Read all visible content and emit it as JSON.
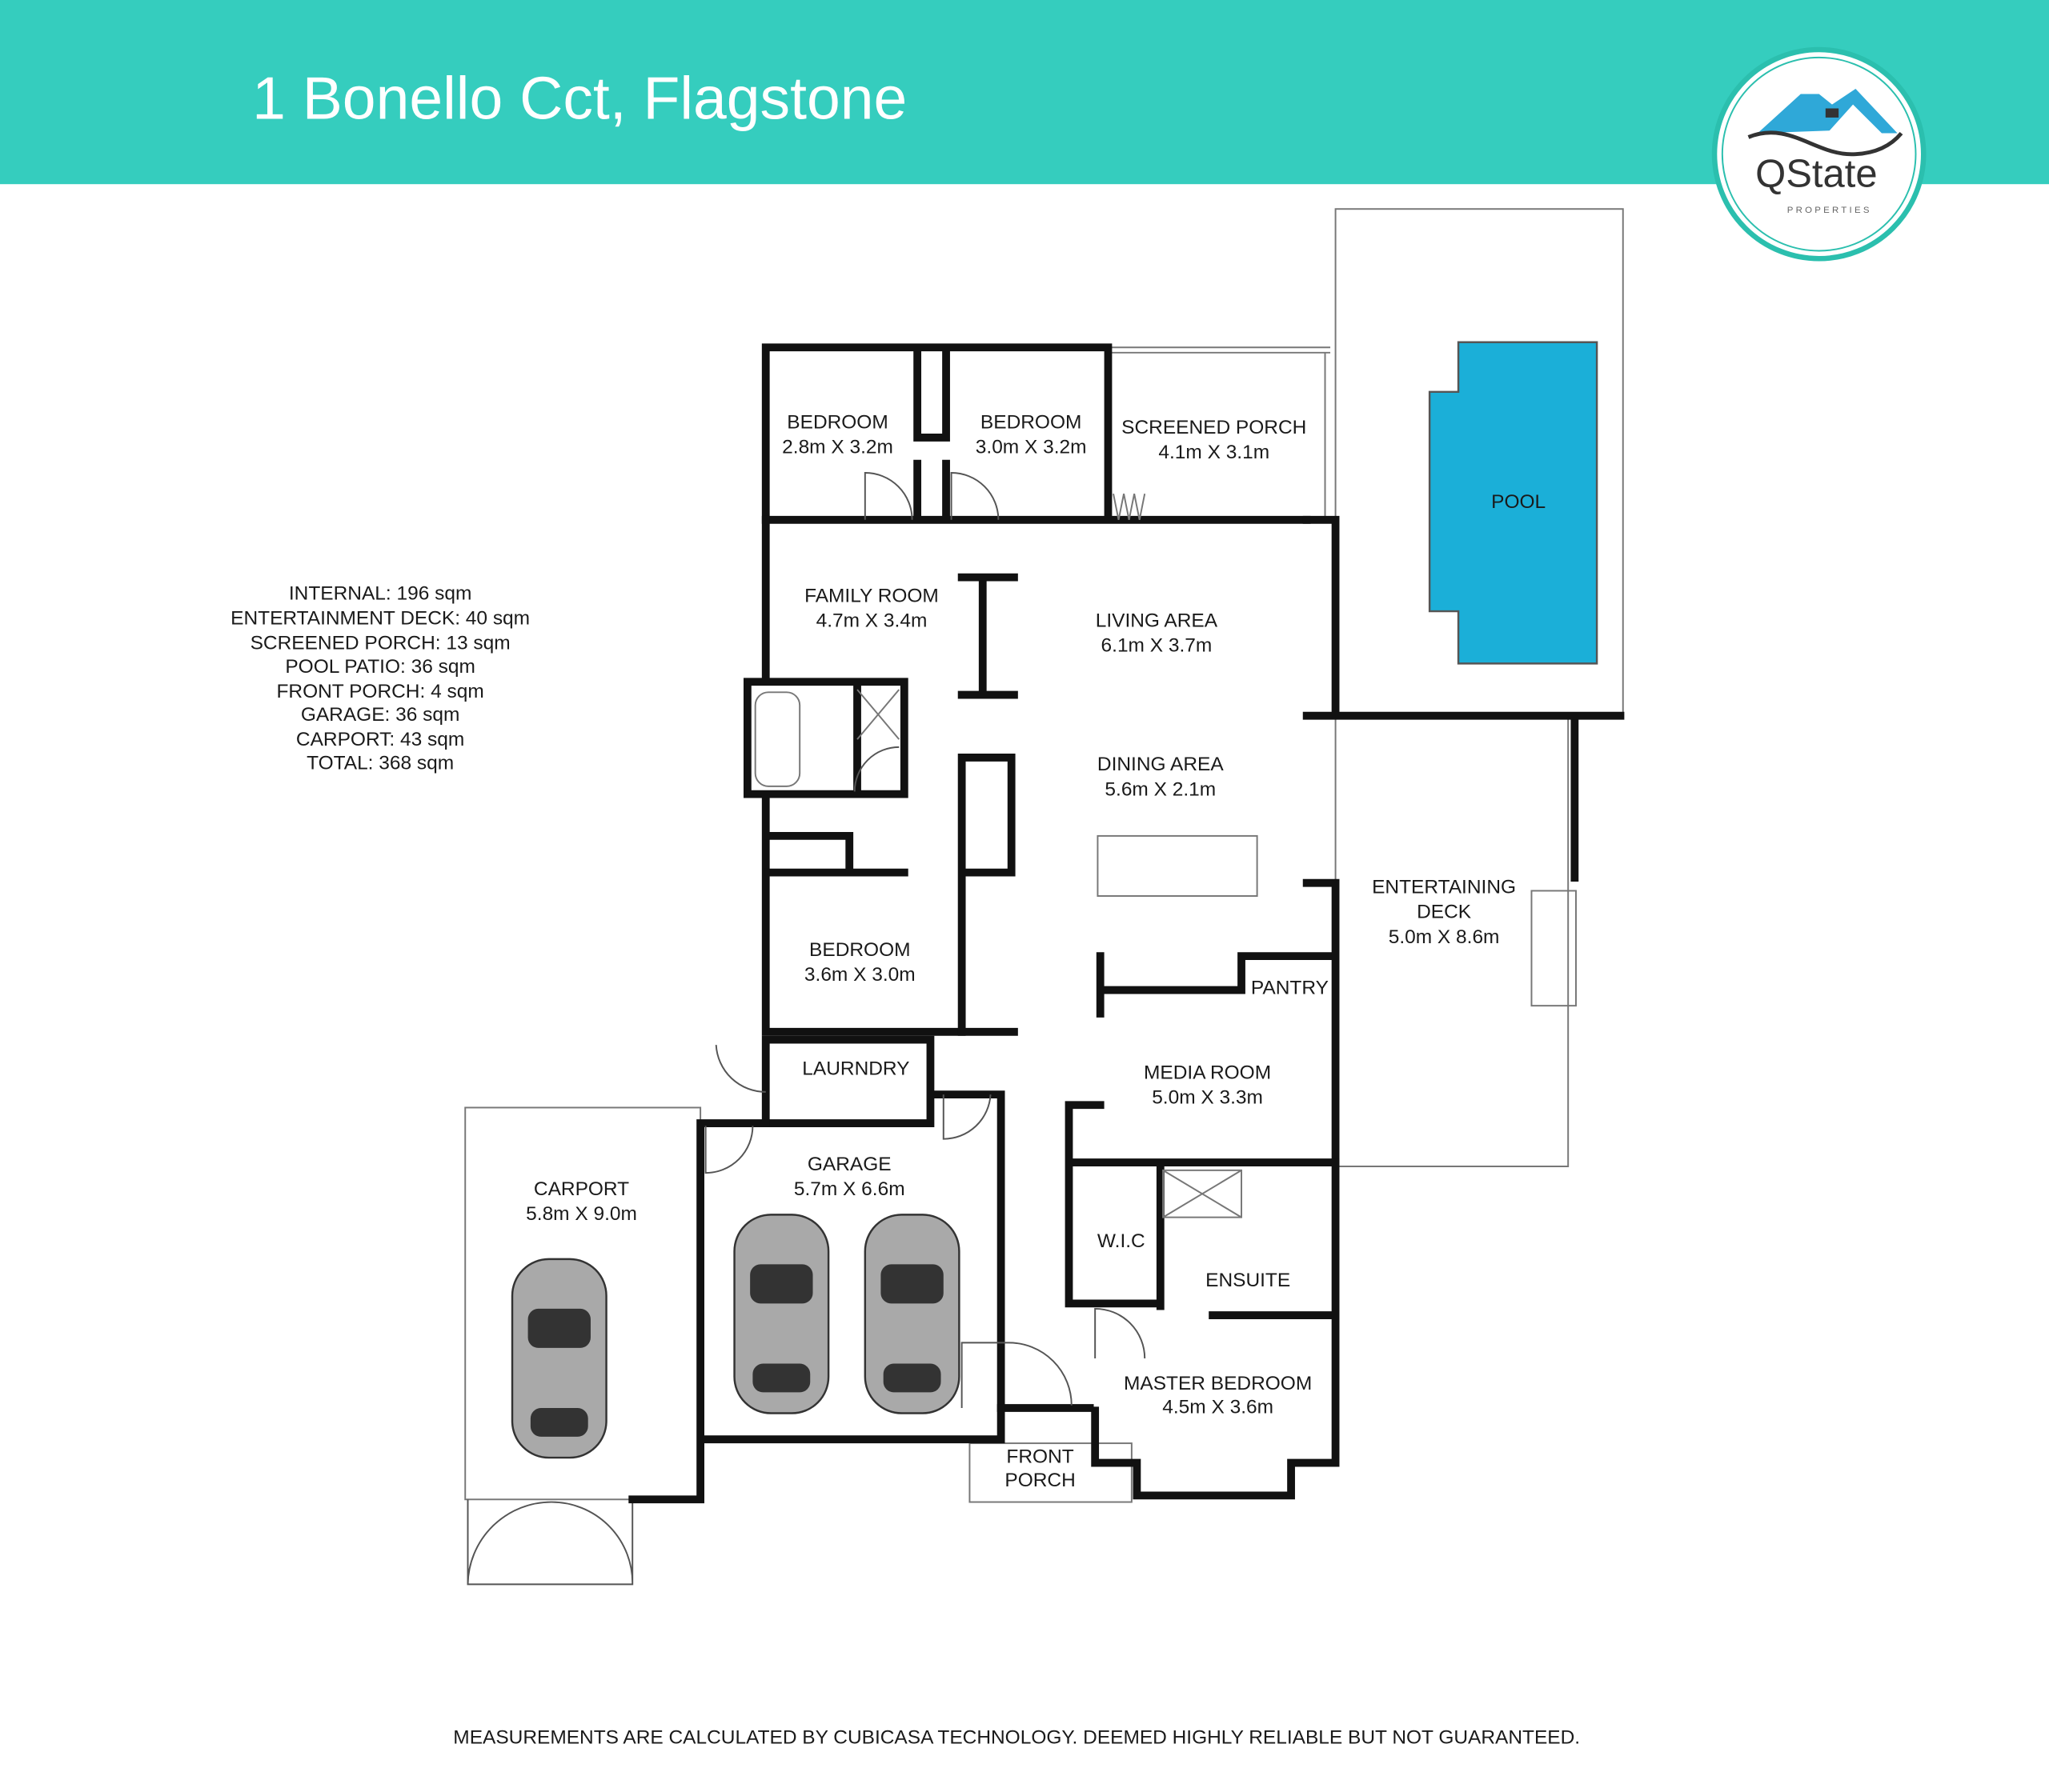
{
  "header": {
    "title": "1 Bonello Cct, Flagstone",
    "bar_color": "#35CDBE"
  },
  "logo": {
    "name": "QState",
    "tagline": "PROPERTIES"
  },
  "areas": [
    "INTERNAL: 196 sqm",
    "ENTERTAINMENT DECK: 40 sqm",
    "SCREENED PORCH: 13 sqm",
    "POOL PATIO: 36 sqm",
    "FRONT PORCH: 4 sqm",
    "GARAGE: 36 sqm",
    "CARPORT: 43 sqm",
    "TOTAL: 368 sqm"
  ],
  "rooms": {
    "bedroom1": {
      "name": "BEDROOM",
      "size": "2.8m X 3.2m"
    },
    "bedroom2": {
      "name": "BEDROOM",
      "size": "3.0m X 3.2m"
    },
    "screened_porch": {
      "name": "SCREENED PORCH",
      "size": "4.1m X 3.1m"
    },
    "pool": {
      "name": "POOL"
    },
    "family_room": {
      "name": "FAMILY ROOM",
      "size": "4.7m X 3.4m"
    },
    "living_area": {
      "name": "LIVING AREA",
      "size": "6.1m X 3.7m"
    },
    "dining_area": {
      "name": "DINING AREA",
      "size": "5.6m X 2.1m"
    },
    "entertaining_deck": {
      "name1": "ENTERTAINING",
      "name2": "DECK",
      "size": "5.0m X 8.6m"
    },
    "bedroom3": {
      "name": "BEDROOM",
      "size": "3.6m X 3.0m"
    },
    "pantry": {
      "name": "PANTRY"
    },
    "laundry": {
      "name": "LAURNDRY"
    },
    "media_room": {
      "name": "MEDIA ROOM",
      "size": "5.0m X 3.3m"
    },
    "garage": {
      "name": "GARAGE",
      "size": "5.7m X 6.6m"
    },
    "carport": {
      "name": "CARPORT",
      "size": "5.8m X 9.0m"
    },
    "wic": {
      "name": "W.I.C"
    },
    "ensuite": {
      "name": "ENSUITE"
    },
    "master_bedroom": {
      "name": "MASTER BEDROOM",
      "size": "4.5m X 3.6m"
    },
    "front_porch": {
      "name1": "FRONT",
      "name2": "PORCH"
    }
  },
  "footer": {
    "disclaimer": "MEASUREMENTS ARE CALCULATED BY CUBICASA TECHNOLOGY. DEEMED HIGHLY RELIABLE BUT NOT GUARANTEED."
  },
  "colors": {
    "pool": "#1BAFD8",
    "car": "#A9A9A9"
  }
}
